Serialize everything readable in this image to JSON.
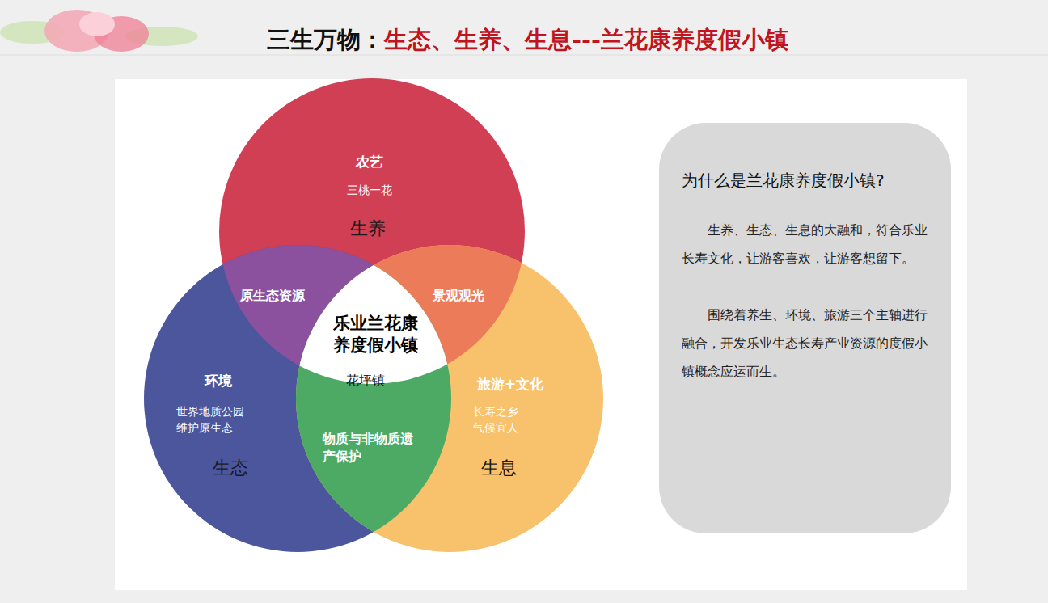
{
  "diagram": {
    "title": "三生万物：生态、生养、生息---兰花康养度假小镇",
    "nodes": [
      {
        "text": [
          "农艺",
          "三桃一花",
          "生养"
        ]
      },
      {
        "text": [
          "环境",
          "世界地质公园 维护原生态",
          "生态"
        ]
      },
      {
        "text": [
          "旅游+文化",
          "长寿之乡 气候宜人",
          "生息"
        ]
      },
      {
        "text": [
          "原生态资源"
        ]
      },
      {
        "text": [
          "景观观光"
        ]
      },
      {
        "text": [
          "乐业兰花康养度假小镇",
          "花坪镇"
        ]
      },
      {
        "text": [
          "物质与非物质遗产保护"
        ]
      },
      {
        "text": [
          "为什么是兰花康养度假小镇?",
          "生养、生态、生息的大融和，符合乐业长寿文化，让游客喜欢，让游客想留下。",
          "围绕着养生、环境、旅游三个主轴进行融合，开发乐业生态长寿产业资源的度假小镇概念应运而生。"
        ]
      }
    ]
  }
}
